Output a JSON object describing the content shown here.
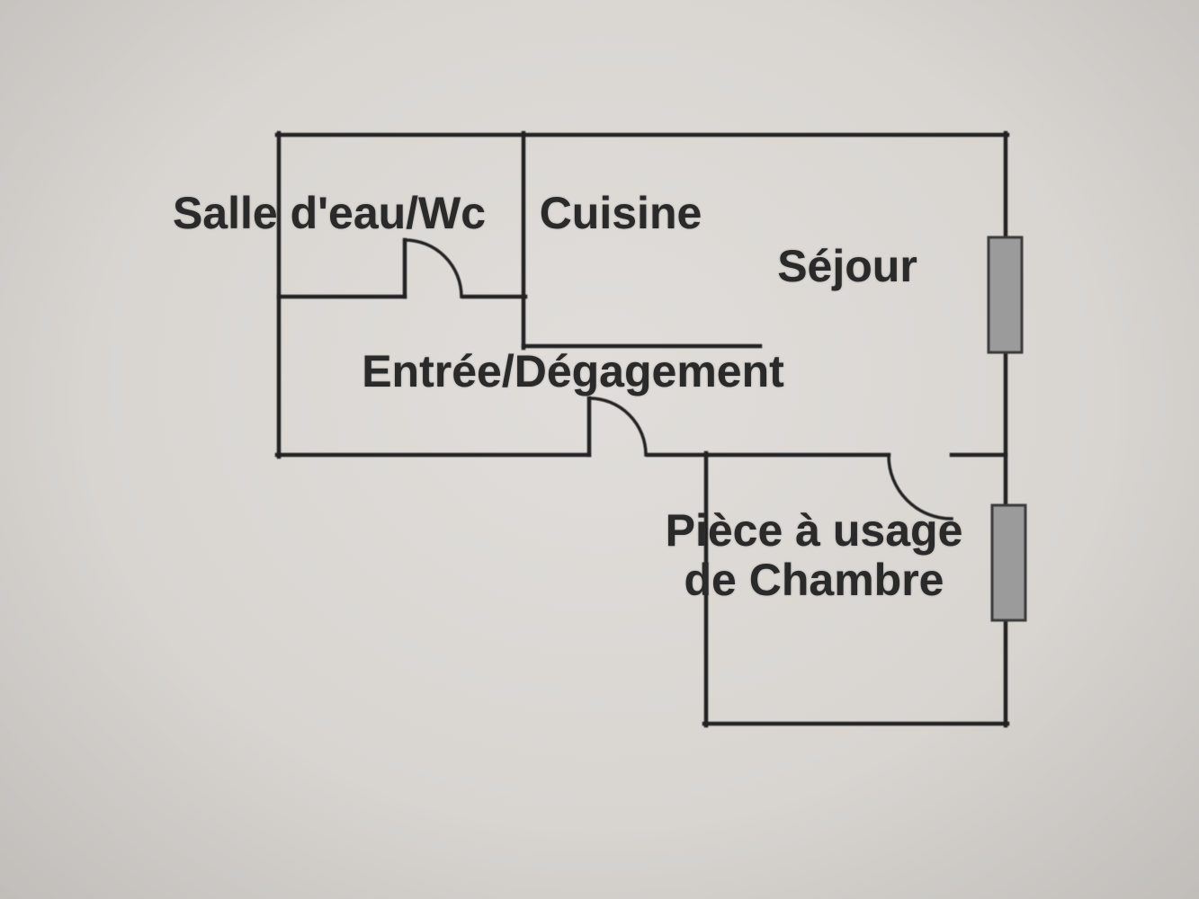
{
  "diagram_type": "apartment-floor-plan",
  "colors": {
    "background": "#d9d6d2",
    "wall": "#222222",
    "window_fill": "#9b9b9b"
  },
  "labels": {
    "salle_eau": "Salle d'eau/Wc",
    "cuisine": "Cuisine",
    "sejour": "Séjour",
    "entree": "Entrée/Dégagement",
    "chambre_line1": "Pièce à usage",
    "chambre_line2": "de Chambre"
  }
}
